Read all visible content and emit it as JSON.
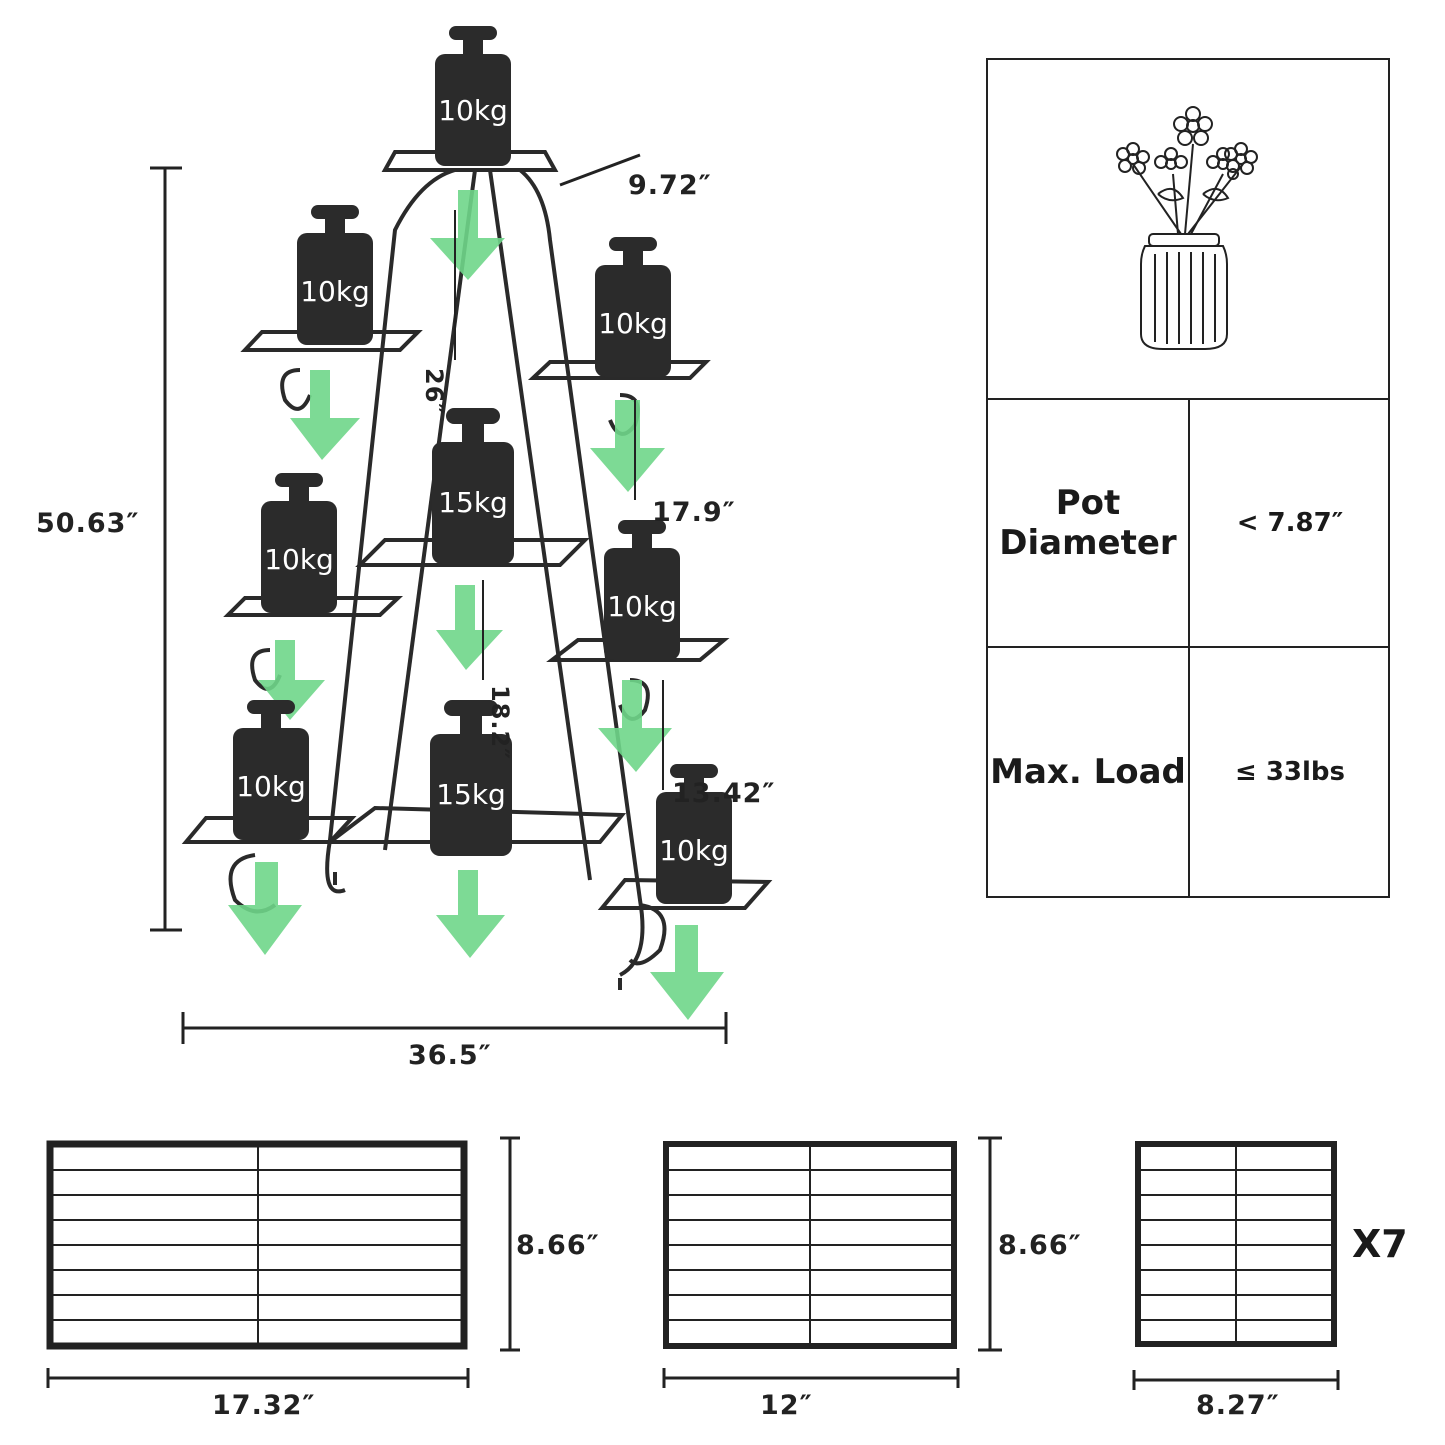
{
  "stand": {
    "height_label": "50.63″",
    "width_label": "36.5″",
    "top_shelf_label": "9.72″",
    "tier_gap_label": "17.9″",
    "inner_label_a": "26″",
    "inner_label_b": "18.2″",
    "inner_label_c": "13.42″",
    "weights": [
      "10kg",
      "10kg",
      "10kg",
      "15kg",
      "10kg",
      "10kg",
      "10kg",
      "15kg",
      "10kg"
    ]
  },
  "specs": {
    "icon": "flower-vase-icon",
    "rows": [
      {
        "label": "Pot Diameter",
        "value": "< 7.87″"
      },
      {
        "label": "Max. Load",
        "value": "≤ 33lbs"
      }
    ]
  },
  "shelves": [
    {
      "width_label": "17.32″",
      "depth_label": "8.66″",
      "qty": ""
    },
    {
      "width_label": "12″",
      "depth_label": "8.66″",
      "qty": ""
    },
    {
      "width_label": "8.27″",
      "depth_label": "",
      "qty": "X7"
    }
  ],
  "colors": {
    "frame": "#2a2a2a",
    "weight": "#2b2b2b",
    "arrow": "#6fd68a",
    "text": "#222222"
  }
}
